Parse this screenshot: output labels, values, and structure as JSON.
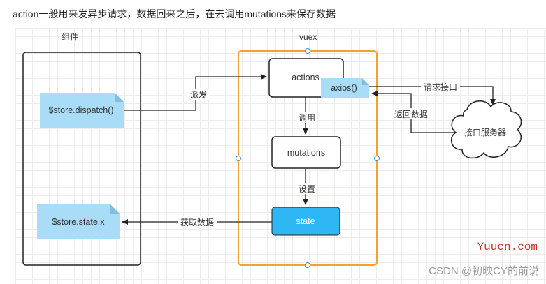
{
  "header": {
    "text": "action一般用来发异步请求，数据回来之后，在去调用mutations来保存数据"
  },
  "diagram": {
    "component_label": "组件",
    "vuex_label": "vuex",
    "dispatch_note": "$store.dispatch()",
    "state_note": "$store.state.x",
    "actions": "actions",
    "axios": "axios()",
    "mutations": "mutations",
    "state": "state",
    "server": "接口服务器",
    "edge_dispatch": "派发",
    "edge_call": "调用",
    "edge_set": "设置",
    "edge_get": "获取数据",
    "edge_request": "请求接口",
    "edge_return": "返回数据"
  },
  "watermarks": {
    "site": "Yuucn.com",
    "author": "CSDN @初映CY的前说"
  },
  "colors": {
    "vuex_border": "#f5a033",
    "note_fill": "#a8dcf7",
    "state_fill": "#2fb6f4",
    "site_mark": "#c0392b"
  }
}
